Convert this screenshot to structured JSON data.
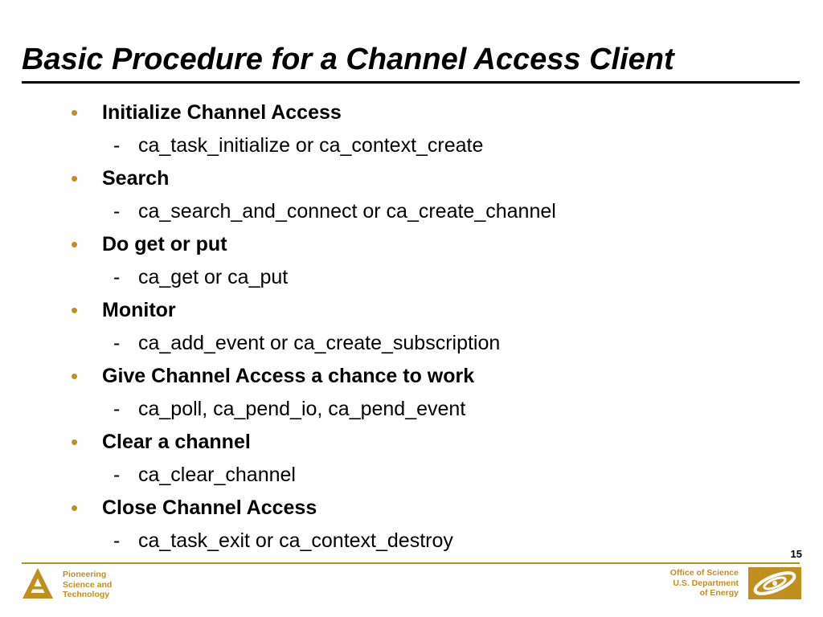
{
  "slide": {
    "title": "Basic Procedure for a Channel Access Client",
    "page_number": "15",
    "bullet_glyph": "•",
    "sub_glyph": "-",
    "items": [
      {
        "label": "Initialize Channel Access",
        "detail": "ca_task_initialize or ca_context_create"
      },
      {
        "label": "Search",
        "detail": "ca_search_and_connect or ca_create_channel"
      },
      {
        "label": "Do get or put",
        "detail": "ca_get or ca_put"
      },
      {
        "label": "Monitor",
        "detail": "ca_add_event or ca_create_subscription"
      },
      {
        "label": "Give Channel Access a chance to work",
        "detail": "ca_poll, ca_pend_io, ca_pend_event"
      },
      {
        "label": "Clear a channel",
        "detail": "ca_clear_channel"
      },
      {
        "label": "Close Channel Access",
        "detail": "ca_task_exit or ca_context_destroy"
      }
    ]
  },
  "footer": {
    "left_lines": [
      "Pioneering",
      "Science and",
      "Technology"
    ],
    "right_lines": [
      "Office of Science",
      "U.S. Department",
      "of Energy"
    ],
    "left_logo_icon": "argonne-triangle-logo-icon",
    "right_logo_icon": "doe-orbit-logo-icon"
  },
  "colors": {
    "accent": "#C18F1E",
    "text": "#000000",
    "background": "#FFFFFF"
  }
}
